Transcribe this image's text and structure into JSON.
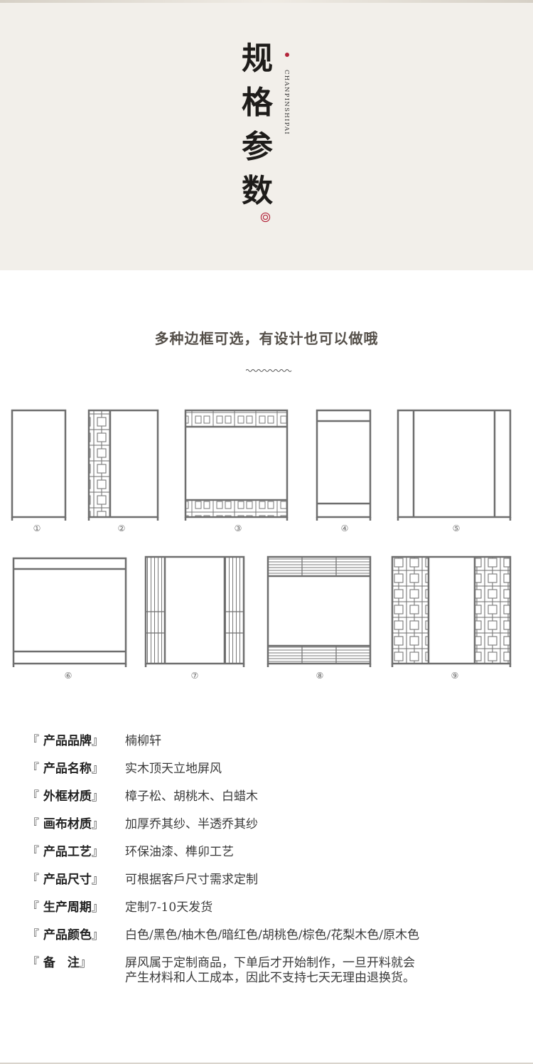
{
  "header": {
    "title_chars": [
      "规",
      "格",
      "参",
      "数"
    ],
    "pinyin": "CHANPINSHIPAI",
    "accent_color": "#b3243a",
    "background": "#f2efea"
  },
  "frames_section": {
    "subtitle": "多种边框可选，有设计也可以做哦",
    "labels": [
      "①",
      "②",
      "③",
      "④",
      "⑤",
      "⑥",
      "⑦",
      "⑧",
      "⑨"
    ]
  },
  "specs": [
    {
      "label": "产品品牌",
      "value": [
        "楠柳轩"
      ]
    },
    {
      "label": "产品名称",
      "value": [
        "实木顶天立地屏风"
      ]
    },
    {
      "label": "外框材质",
      "value": [
        "樟子松、胡桃木、白蜡木"
      ]
    },
    {
      "label": "画布材质",
      "value": [
        "加厚乔其纱、半透乔其纱"
      ]
    },
    {
      "label": "产品工艺",
      "value": [
        "环保油漆、榫卯工艺"
      ]
    },
    {
      "label": "产品尺寸",
      "value": [
        "可根据客戶尺寸需求定制"
      ]
    },
    {
      "label": "生产周期",
      "value": [
        "定制7-10天发货"
      ]
    },
    {
      "label": "产品颜色",
      "value": [
        "白色/黑色/柚木色/暗红色/胡桃色/棕色/花梨木色/原木色"
      ]
    },
    {
      "label": "备　注",
      "value": [
        "屏风属于定制商品，下单后才开始制作，一旦开料就会",
        "产生材料和人工成本，因此不支持七天无理由退换货。"
      ]
    }
  ]
}
